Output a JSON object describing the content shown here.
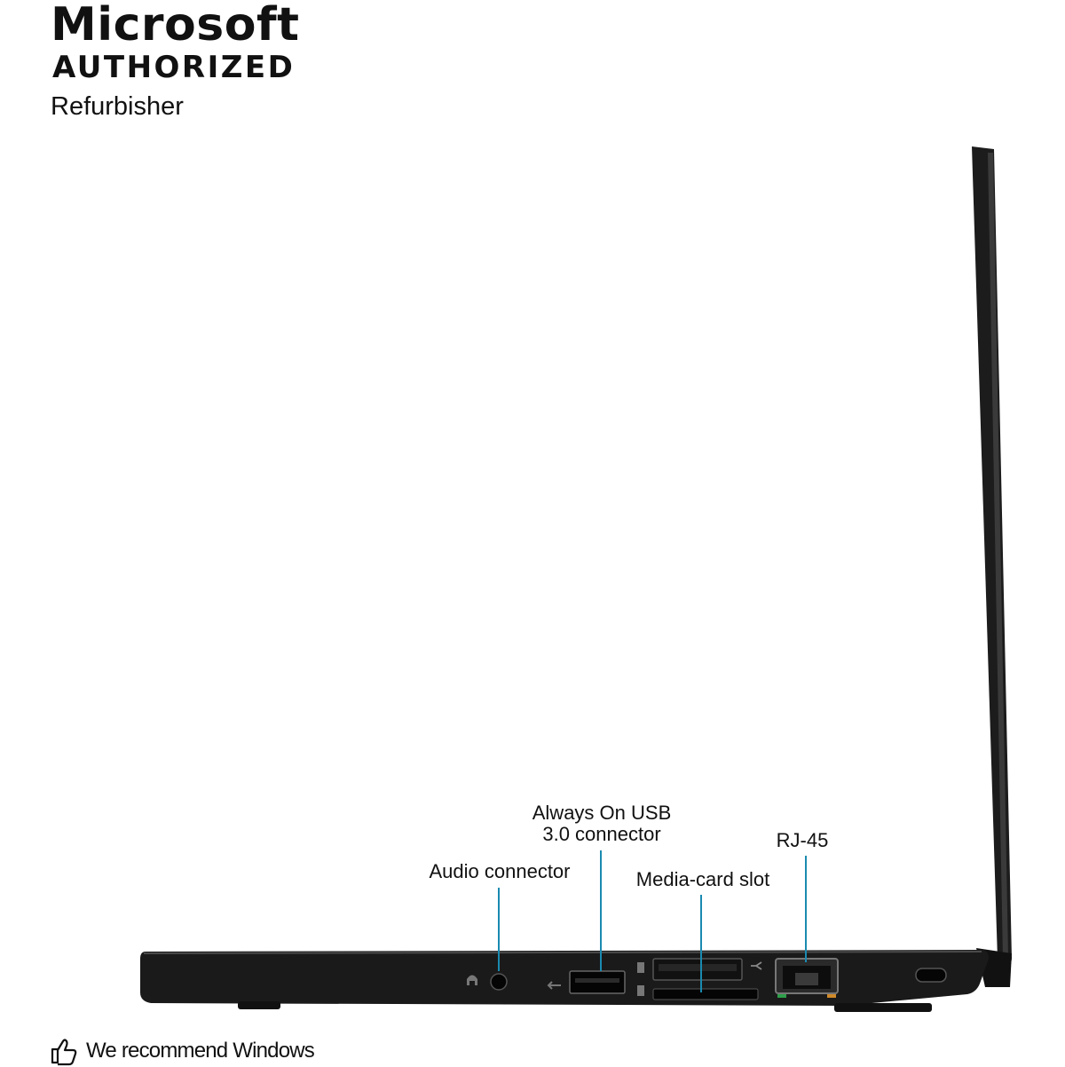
{
  "badge": {
    "brand": "Microsoft",
    "authorized": "AUTHORIZED",
    "refurbisher": "Refurbisher"
  },
  "callouts": {
    "audio": "Audio connector",
    "usb_line1": "Always On USB",
    "usb_line2": "3.0 connector",
    "media": "Media-card slot",
    "rj45": "RJ-45"
  },
  "footer": {
    "text": "We recommend Windows",
    "icon": "thumbs-up-icon"
  },
  "colors": {
    "callout_line": "#1a8ab0",
    "laptop_body": "#1a1a1a"
  }
}
